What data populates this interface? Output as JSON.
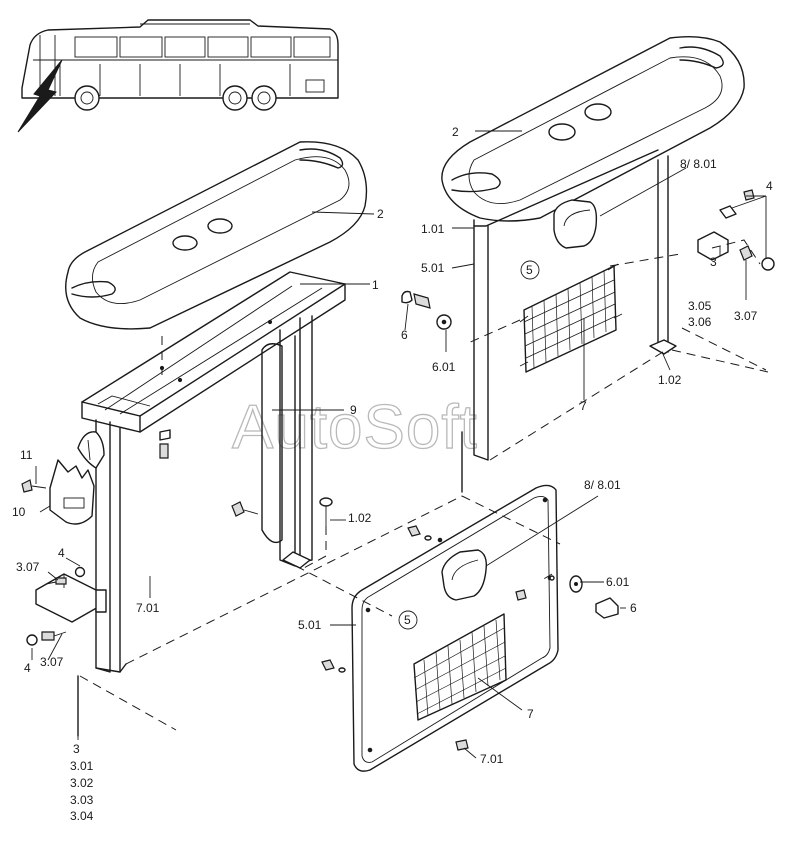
{
  "watermark": "AutoSoft",
  "labels": {
    "l_2_top": "2",
    "l_8_top": "8/ 8.01",
    "l_4_top": "4",
    "l_2_left": "2",
    "l_101": "1.01",
    "l_501_top": "5.01",
    "l_5_top": "5",
    "l_1": "1",
    "l_6_top": "6",
    "l_601_top": "6.01",
    "l_3_top": "3",
    "l_305": "3.05",
    "l_306": "3.06",
    "l_307_top": "3.07",
    "l_102_top": "1.02",
    "l_7_top": "7",
    "l_9": "9",
    "l_11": "11",
    "l_10": "10",
    "l_102_mid": "1.02",
    "l_4_left": "4",
    "l_307_left1": "3.07",
    "l_701_left": "7.01",
    "l_307_left2": "3.07",
    "l_4_left2": "4",
    "l_8_bot": "8/ 8.01",
    "l_601_bot": "6.01",
    "l_6_bot": "6",
    "l_501_bot": "5.01",
    "l_5_bot": "5",
    "l_7_bot": "7",
    "l_701_bot": "7.01",
    "l_3_bot": "3",
    "l_301": "3.01",
    "l_302": "3.02",
    "l_303": "3.03",
    "l_304": "3.04"
  }
}
